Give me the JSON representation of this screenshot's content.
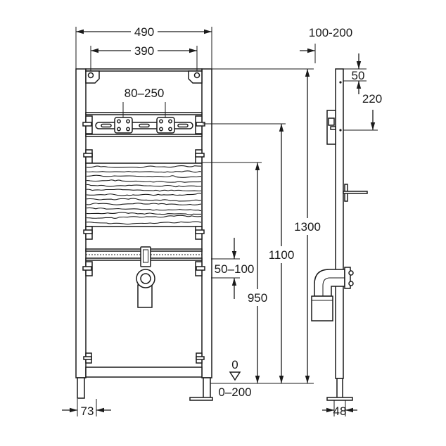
{
  "front_view": {
    "overall_width": "490",
    "fixing_hole_spacing": "390",
    "plate_spacing": "80–250",
    "frame_height": "1300",
    "upper_rail_height": "1100",
    "board_height": "950",
    "drain_adjustment": "50–100",
    "floor_level": "0",
    "floor_adjustment": "0–200",
    "foot_width": "73"
  },
  "side_view": {
    "wall_distance": "100-200",
    "top_offset": "50",
    "bracket_spacing": "220",
    "post_depth": "48"
  },
  "colors": {
    "line": "#1a1a1a",
    "background": "#ffffff"
  }
}
